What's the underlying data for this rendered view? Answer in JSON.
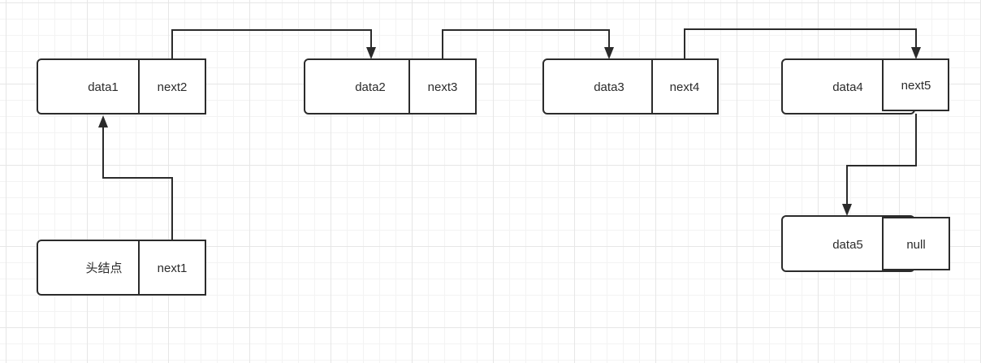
{
  "diagram": {
    "nodes": [
      {
        "data": "data1",
        "pointer": "next2"
      },
      {
        "data": "data2",
        "pointer": "next3"
      },
      {
        "data": "data3",
        "pointer": "next4"
      },
      {
        "data": "data4",
        "pointer": "next5"
      },
      {
        "data": "data5",
        "pointer": "null"
      },
      {
        "data": "头结点",
        "pointer": "next1"
      }
    ],
    "edges": [
      {
        "from": "node-6-pointer",
        "to": "node-1"
      },
      {
        "from": "node-1-pointer",
        "to": "node-2"
      },
      {
        "from": "node-2-pointer",
        "to": "node-3"
      },
      {
        "from": "node-3-pointer",
        "to": "node-4"
      },
      {
        "from": "node-4-pointer",
        "to": "node-5"
      }
    ],
    "colors": {
      "stroke": "#2b2b2b",
      "background": "#ffffff",
      "grid": "#e6e6e6"
    }
  }
}
